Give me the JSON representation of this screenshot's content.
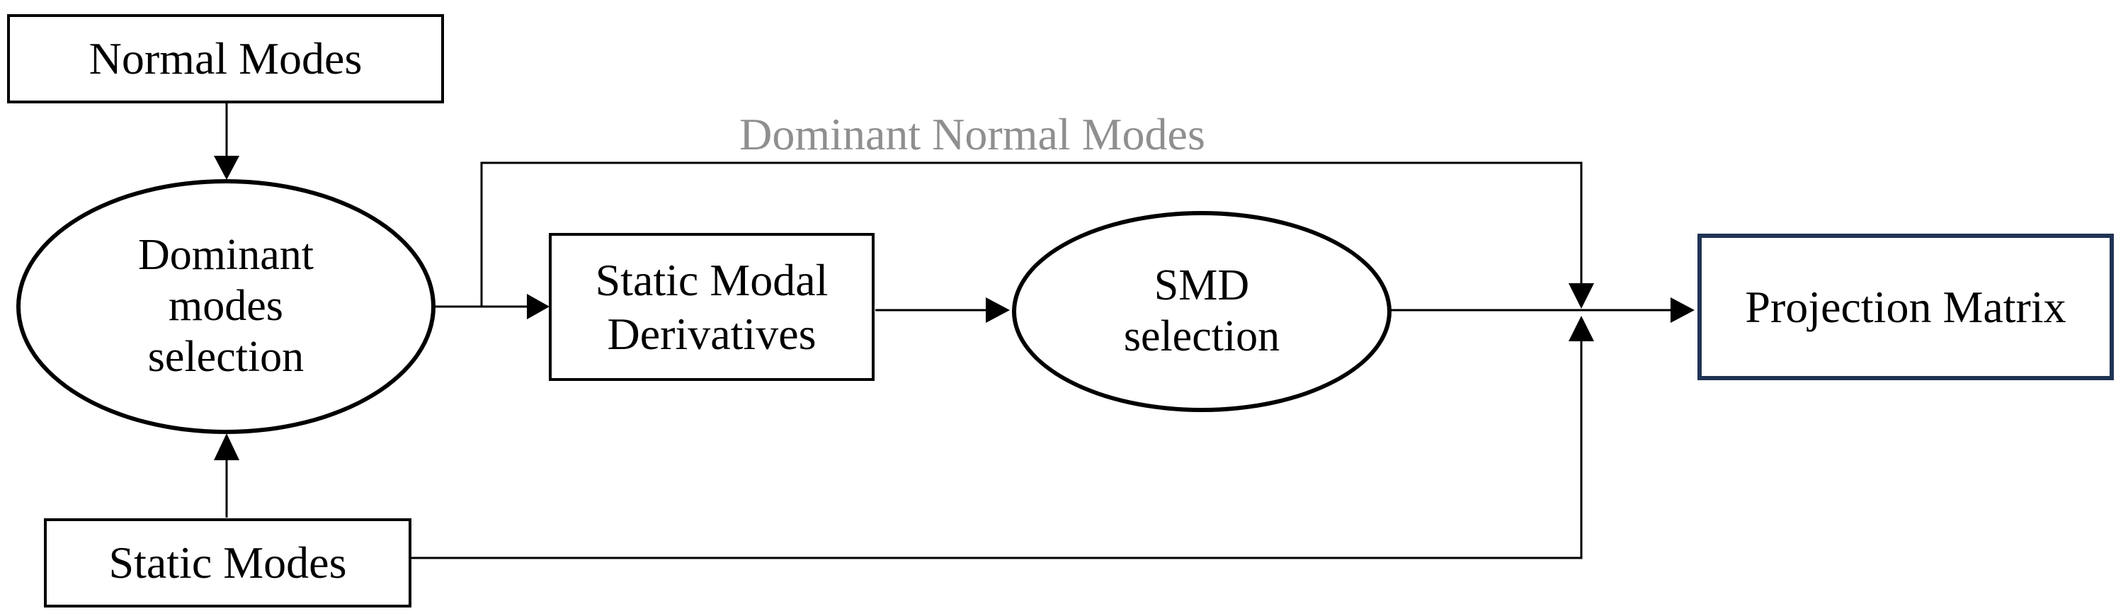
{
  "diagram": {
    "kind": "flowchart",
    "background_color": "#ffffff",
    "stroke_color": "#000000",
    "accent_border_color": "#1f3354",
    "annotation_color": "#8f8f8f",
    "nodes": {
      "normal_modes": {
        "label": "Normal Modes",
        "shape": "rectangle"
      },
      "dominant_modes_selection": {
        "label": "Dominant\nmodes\nselection",
        "shape": "ellipse"
      },
      "static_modes": {
        "label": "Static Modes",
        "shape": "rectangle"
      },
      "static_modal_derivatives": {
        "label": "Static Modal\nDerivatives",
        "shape": "rectangle"
      },
      "smd_selection": {
        "label": "SMD\nselection",
        "shape": "ellipse"
      },
      "projection_matrix": {
        "label": "Projection Matrix",
        "shape": "rectangle",
        "border_color": "#1f3354"
      }
    },
    "annotations": {
      "dominant_normal_modes": {
        "label": "Dominant Normal Modes",
        "color": "#8f8f8f"
      }
    },
    "edges": [
      {
        "from": "normal_modes",
        "to": "dominant_modes_selection",
        "arrow": true
      },
      {
        "from": "static_modes",
        "to": "dominant_modes_selection",
        "arrow": true
      },
      {
        "from": "dominant_modes_selection",
        "to": "static_modal_derivatives",
        "arrow": true
      },
      {
        "from": "dominant_modes_selection",
        "to": "projection_matrix",
        "arrow": true,
        "label": "Dominant Normal Modes"
      },
      {
        "from": "static_modal_derivatives",
        "to": "smd_selection",
        "arrow": true
      },
      {
        "from": "smd_selection",
        "to": "projection_matrix",
        "arrow": true
      },
      {
        "from": "static_modes",
        "to": "projection_matrix",
        "arrow": true
      }
    ]
  }
}
